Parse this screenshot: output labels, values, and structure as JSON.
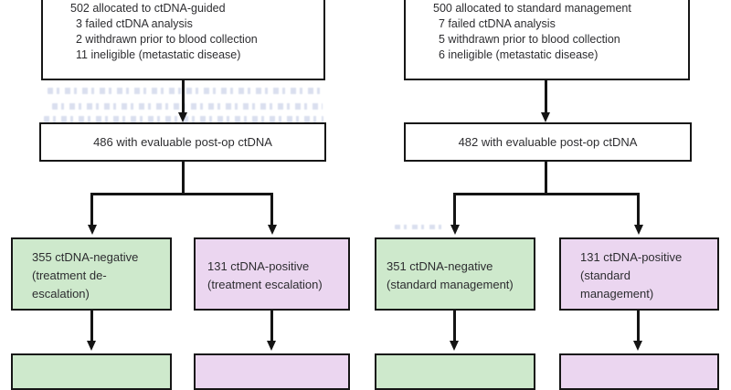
{
  "palette": {
    "background": "#ffffff",
    "box_border": "#161616",
    "box_fill_white": "#ffffff",
    "negative_fill_green": "#cee9cc",
    "positive_fill_purple": "#ebd6f0",
    "connector_black": "#141414",
    "text_dark": "#2d2d30",
    "bleed_blue": "#a9b5da"
  },
  "arms": {
    "ctdna_guided": {
      "allocation": {
        "lines": [
          "502 allocated to ctDNA-guided",
          "3 failed ctDNA analysis",
          "2 withdrawn prior to blood collection",
          "11 ineligible (metastatic disease)"
        ]
      },
      "evaluable": "486 with evaluable post-op ctDNA",
      "negative": {
        "lines": [
          "355 ctDNA-negative",
          "(treatment de-",
          "escalation)"
        ]
      },
      "positive": {
        "lines": [
          "131 ctDNA-positive",
          "(treatment escalation)"
        ]
      }
    },
    "standard": {
      "allocation": {
        "lines": [
          "500 allocated to standard management",
          "7 failed ctDNA analysis",
          "5 withdrawn prior to blood collection",
          "6 ineligible (metastatic disease)"
        ]
      },
      "evaluable": "482 with evaluable post-op ctDNA",
      "negative": {
        "lines": [
          "351 ctDNA-negative",
          "(standard management)"
        ]
      },
      "positive": {
        "lines": [
          "131 ctDNA-positive",
          "(standard",
          "management)"
        ]
      }
    }
  }
}
